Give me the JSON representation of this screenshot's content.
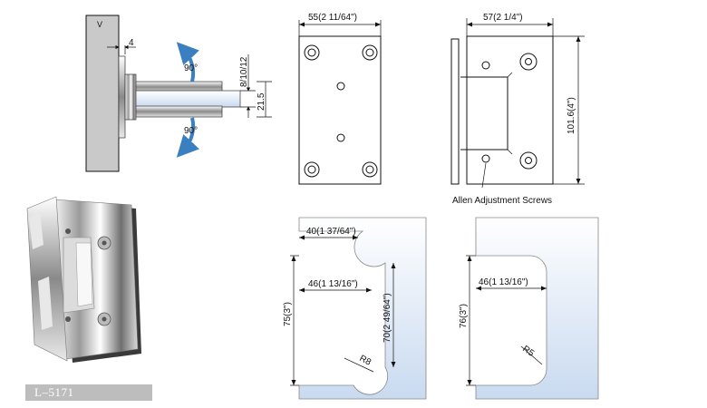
{
  "product_code": "L–5171",
  "side_view": {
    "dim_plate": "4",
    "dim_glass": "8/10/12",
    "dim_offset": "21.5",
    "rotation_top": "90°",
    "rotation_bottom": "90°"
  },
  "front_view": {
    "width": "55(2 11/64\")"
  },
  "back_view": {
    "width": "57(2 1/4\")",
    "height": "101.6(4\")",
    "callout": "Allen Adjustment Screws"
  },
  "glass_cutout_1": {
    "dim_top": "40(1 37/64\")",
    "dim_depth": "46(1 13/16\")",
    "dim_notch": "70(2 49/64\")",
    "dim_height": "75(3\")",
    "radius": "R8"
  },
  "glass_cutout_2": {
    "dim_depth": "46(1 13/16\")",
    "dim_height": "76(3\")",
    "radius": "R5"
  },
  "colors": {
    "glass": "#dde8f5",
    "frame_gray": "#c9c9c9",
    "arrow_blue": "#3a7fc0",
    "code_bar": "#bdbdbd"
  }
}
